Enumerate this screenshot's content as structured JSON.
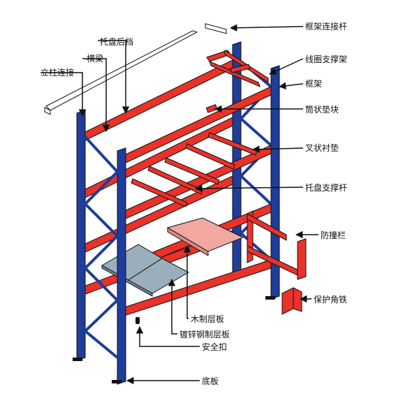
{
  "diagram": {
    "labels": {
      "frame_connector_rod": "框架连接杆",
      "pallet_back_stop": "托盘后档",
      "crossbeam": "横梁",
      "column_connector": "立柱连接",
      "wire_coil_support": "线圈支撑架",
      "frame": "框架",
      "tube_spacer_block": "筒状垫块",
      "fork_pad": "叉状衬垫",
      "pallet_support_bar": "托盘支撑杆",
      "guard_rail": "防撞栏",
      "corner_protector": "保护角铁",
      "wood_deck": "木制层板",
      "galvanized_steel_deck": "镀锌钢制层板",
      "safety_pin": "安全扣",
      "base_plate": "底板"
    },
    "colors": {
      "upright": "#1f3d9a",
      "beam": "#e8322a",
      "wood_deck": "#f0a8a0",
      "steel_deck": "#9aaebb",
      "outline": "#111111"
    }
  }
}
